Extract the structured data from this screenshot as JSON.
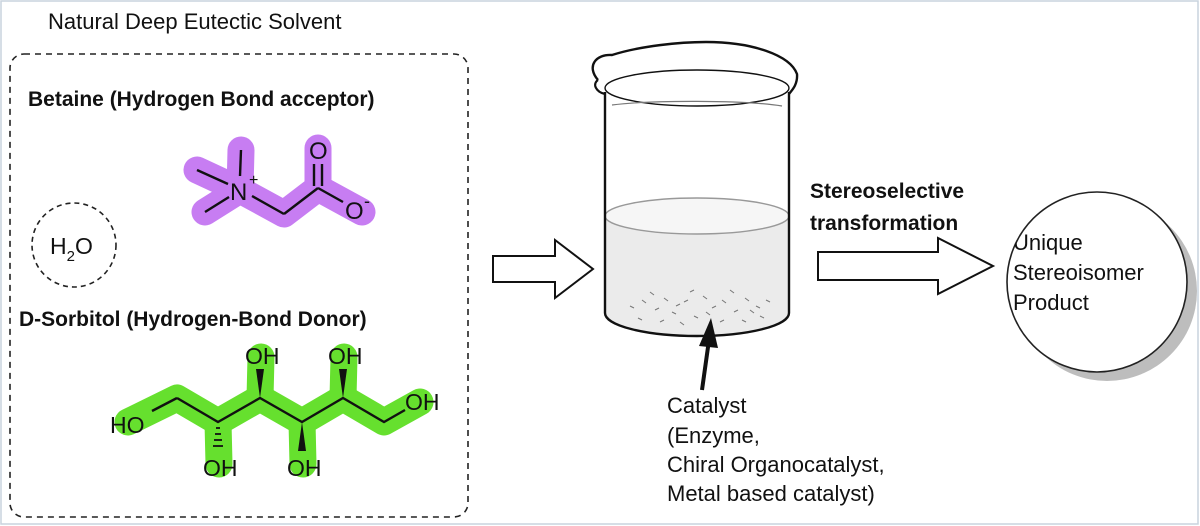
{
  "title": "Natural Deep Eutectic Solvent",
  "betaine": {
    "label": "Betaine (Hydrogen Bond acceptor)",
    "n_symbol": "N",
    "n_charge": "+",
    "o_double": "O",
    "o_minus": "O",
    "o_charge": "-",
    "highlight_color": "#c77df2"
  },
  "water": {
    "h": "H",
    "sub": "2",
    "o": "O"
  },
  "sorbitol": {
    "label": "D-Sorbitol (Hydrogen-Bond Donor)",
    "groups": [
      "HO",
      "OH",
      "OH",
      "OH",
      "OH",
      "OH"
    ],
    "highlight_color": "#66e02e"
  },
  "process": {
    "line1": "Stereoselective",
    "line2": "transformation"
  },
  "catalyst": {
    "lines": [
      "Catalyst",
      "(Enzyme,",
      "Chiral Organocatalyst,",
      "Metal based catalyst)"
    ]
  },
  "product": {
    "lines": [
      "Unique",
      "Stereoisomer",
      "Product"
    ]
  }
}
